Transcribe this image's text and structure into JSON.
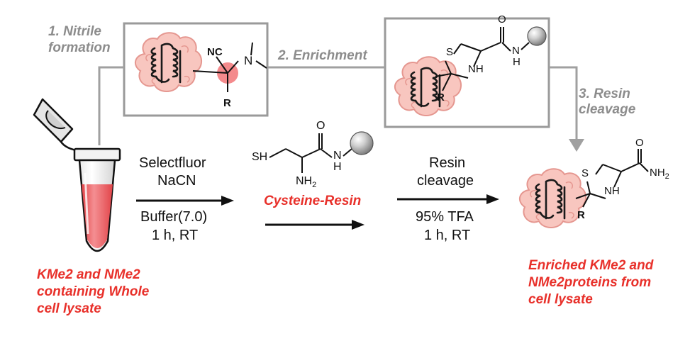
{
  "steps": {
    "step1_line1": "1. Nitrile",
    "step1_line2": "formation",
    "step2": "2. Enrichment",
    "step3_line1": "3. Resin",
    "step3_line2": "cleavage"
  },
  "reaction1": {
    "above_line1": "Selectfluor",
    "above_line2": "NaCN",
    "below_line1": "Buffer(7.0)",
    "below_line2": "1 h, RT"
  },
  "reagent": {
    "label": "Cysteine-Resin",
    "atoms": {
      "sh": "SH",
      "nh2": "NH",
      "nh2_sub": "2",
      "o": "O",
      "nh": "N",
      "h": "H"
    }
  },
  "reaction2": {
    "above_line1": "Resin",
    "above_line2": "cleavage",
    "below_line1": "95% TFA",
    "below_line2": "1 h, RT"
  },
  "start_label": [
    "KMe2 and NMe2",
    "containing Whole",
    "cell lysate"
  ],
  "product_label": [
    "Enriched KMe2 and",
    "NMe2proteins from",
    "cell lysate"
  ],
  "box1_atoms": {
    "nc": "NC",
    "n": "N",
    "r": "R"
  },
  "box2_atoms": {
    "s": "S",
    "nh": "NH",
    "o": "O",
    "n": "N",
    "h": "H",
    "r": "R"
  },
  "product_atoms": {
    "s": "S",
    "nh": "NH",
    "o": "O",
    "nh2": "NH",
    "nh2_sub": "2",
    "r": "R"
  },
  "colors": {
    "accent_red": "#e8302a",
    "step_grey": "#8c8c8c",
    "box_grey": "#9a9a9a",
    "protein_fill": "#f8c6bf",
    "protein_edge": "#e59790",
    "tube_liquid": "#f06b6e"
  }
}
